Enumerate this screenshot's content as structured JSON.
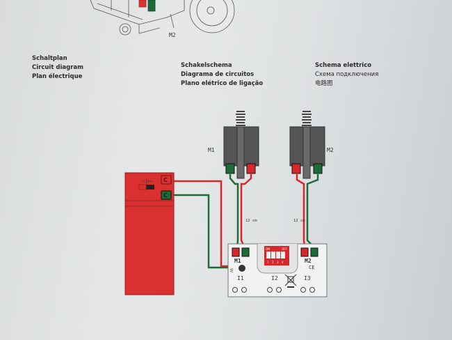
{
  "columns": [
    {
      "lines": [
        "Schaltplan",
        "Circuit diagram",
        "Plan électrique"
      ]
    },
    {
      "lines": [
        "Schakelschema",
        "Diagrama de circuitos",
        "Plano elétrico de ligação"
      ]
    },
    {
      "lines": [
        "Schema elettrico",
        "Схема подключения",
        "电路图"
      ]
    }
  ],
  "illustration": {
    "motor_label": "M2"
  },
  "motors": [
    {
      "label": "M1"
    },
    {
      "label": "M2"
    }
  ],
  "cable_lengths": [
    "12 cm",
    "12 cm"
  ],
  "battery": {
    "connectors": [
      "C",
      "C"
    ],
    "switch_symbol": "—|⊢—"
  },
  "controller": {
    "outputs": [
      "M1",
      "M2"
    ],
    "inputs": [
      "I1",
      "I2",
      "I3"
    ],
    "voltage_label": "9V",
    "dip_label_on": "ON",
    "dip_label_off": "OFF",
    "dip_numbers": [
      "1",
      "2",
      "3",
      "4"
    ],
    "ce_mark": "CE"
  },
  "colors": {
    "red": "#d6282a",
    "green": "#1d6b38",
    "battery": "#d93030"
  }
}
